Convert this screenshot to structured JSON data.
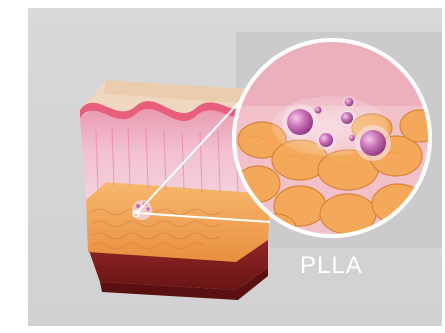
{
  "illustration": {
    "caption": "PLLA",
    "colors": {
      "background": "#d6d6d8",
      "panel": "#cbcbcd",
      "epidermis": "#f0d7c0",
      "dermis": "#f2b7c9",
      "fat": "#f3a85a",
      "muscle": "#8a1f1f",
      "particles": "#c86fb4",
      "callout": "#ffffff"
    },
    "icons": [
      "skin-cross-section",
      "magnifier-callout",
      "plla-particles"
    ]
  }
}
